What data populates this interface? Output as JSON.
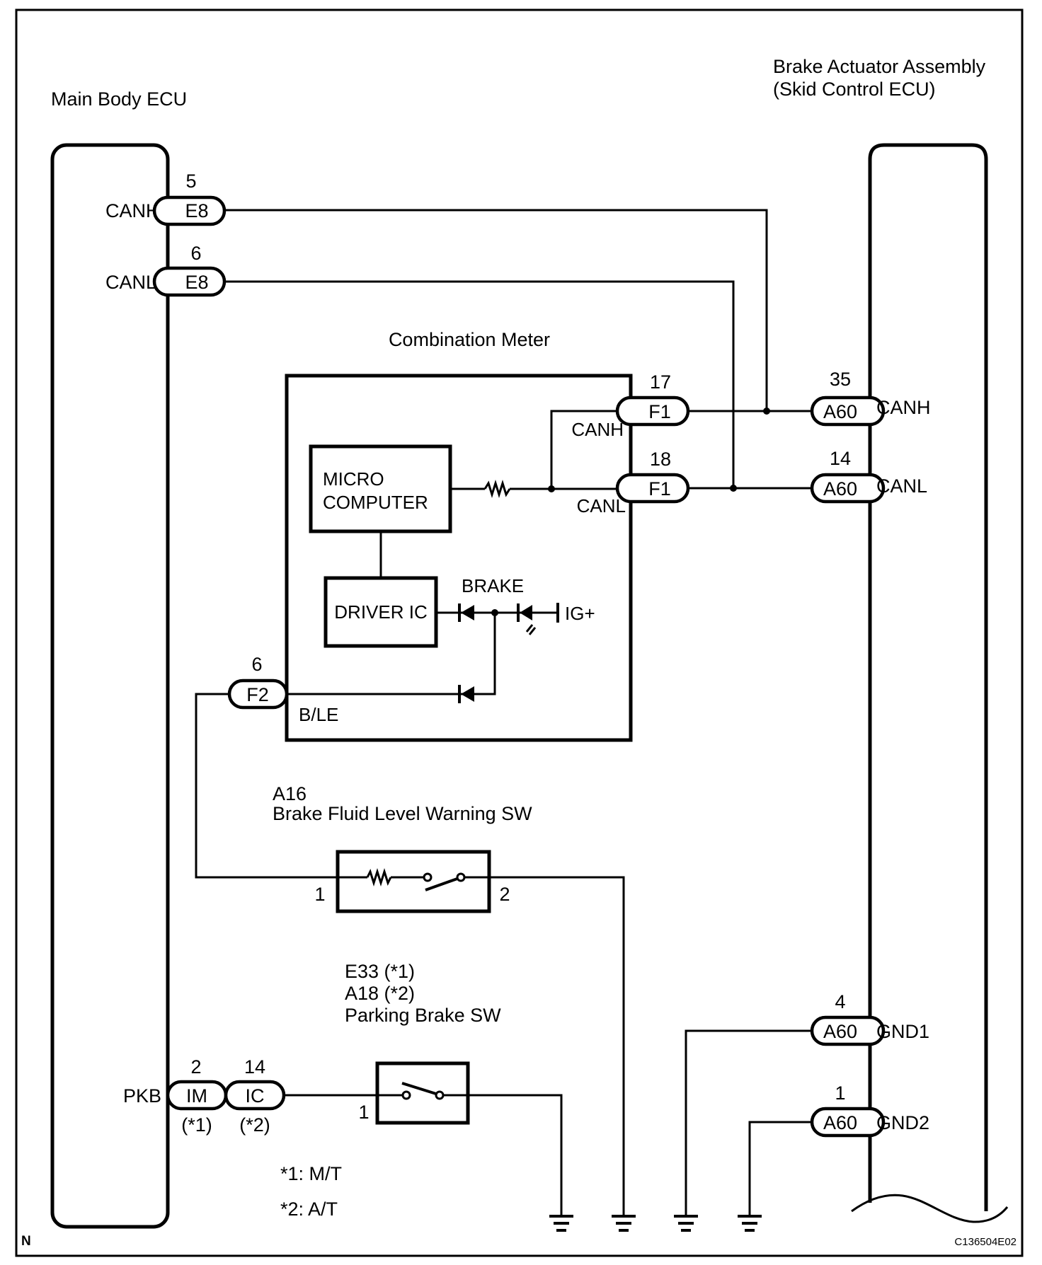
{
  "diagram": {
    "main_ecu": {
      "title": "Main Body ECU"
    },
    "brake_ecu": {
      "title_line1": "Brake Actuator Assembly",
      "title_line2": "(Skid Control ECU)"
    },
    "combination_meter": {
      "title": "Combination Meter",
      "micro_line1": "MICRO",
      "micro_line2": "COMPUTER",
      "driver_ic": "DRIVER IC",
      "brake_label": "BRAKE",
      "ig_label": "IG+",
      "canh_label": "CANH",
      "canl_label": "CANL",
      "ble_label": "B/LE"
    },
    "connectors": {
      "e8_canh": {
        "pin": "5",
        "code": "E8",
        "signal": "CANH"
      },
      "e8_canl": {
        "pin": "6",
        "code": "E8",
        "signal": "CANL"
      },
      "f1_canh": {
        "pin": "17",
        "code": "F1"
      },
      "f1_canl": {
        "pin": "18",
        "code": "F1"
      },
      "a60_canh": {
        "pin": "35",
        "code": "A60",
        "signal": "CANH"
      },
      "a60_canl": {
        "pin": "14",
        "code": "A60",
        "signal": "CANL"
      },
      "f2": {
        "pin": "6",
        "code": "F2"
      },
      "a60_gnd1": {
        "pin": "4",
        "code": "A60",
        "signal": "GND1"
      },
      "a60_gnd2": {
        "pin": "1",
        "code": "A60",
        "signal": "GND2"
      },
      "im": {
        "pin": "2",
        "code": "IM",
        "note": "(*1)"
      },
      "ic": {
        "pin": "14",
        "code": "IC",
        "note": "(*2)"
      },
      "pkb_signal": "PKB"
    },
    "a16_switch": {
      "line1": "A16",
      "line2": "Brake Fluid Level Warning SW",
      "pin1": "1",
      "pin2": "2"
    },
    "parking_switch": {
      "line1": "E33 (*1)",
      "line2": "A18 (*2)",
      "line3": "Parking Brake SW",
      "pin1": "1"
    },
    "notes": {
      "n1": "*1: M/T",
      "n2": "*2: A/T"
    },
    "corner_mark": "N",
    "figure_id": "C136504E02"
  }
}
